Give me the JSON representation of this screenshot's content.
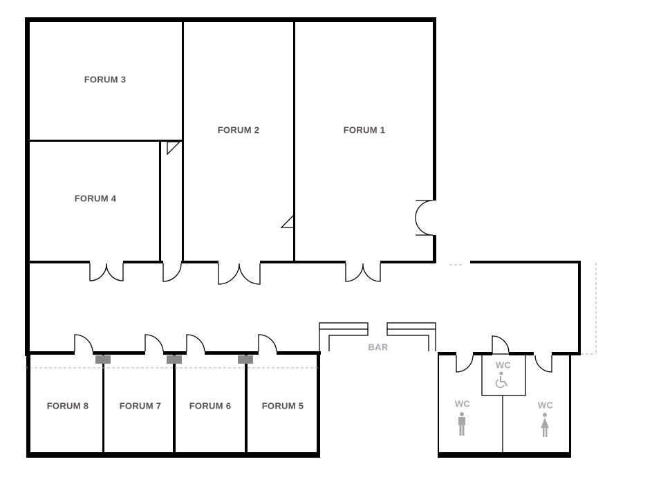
{
  "rooms": {
    "forum1": "FORUM 1",
    "forum2": "FORUM 2",
    "forum3": "FORUM 3",
    "forum4": "FORUM 4",
    "forum5": "FORUM 5",
    "forum6": "FORUM 6",
    "forum7": "FORUM 7",
    "forum8": "FORUM 8",
    "bar": "BAR",
    "wc_accessible": "WC",
    "wc_men": "WC",
    "wc_women": "WC"
  },
  "colors": {
    "wall": "#000000",
    "label": "#555052",
    "light_label": "#aaa9b0"
  }
}
